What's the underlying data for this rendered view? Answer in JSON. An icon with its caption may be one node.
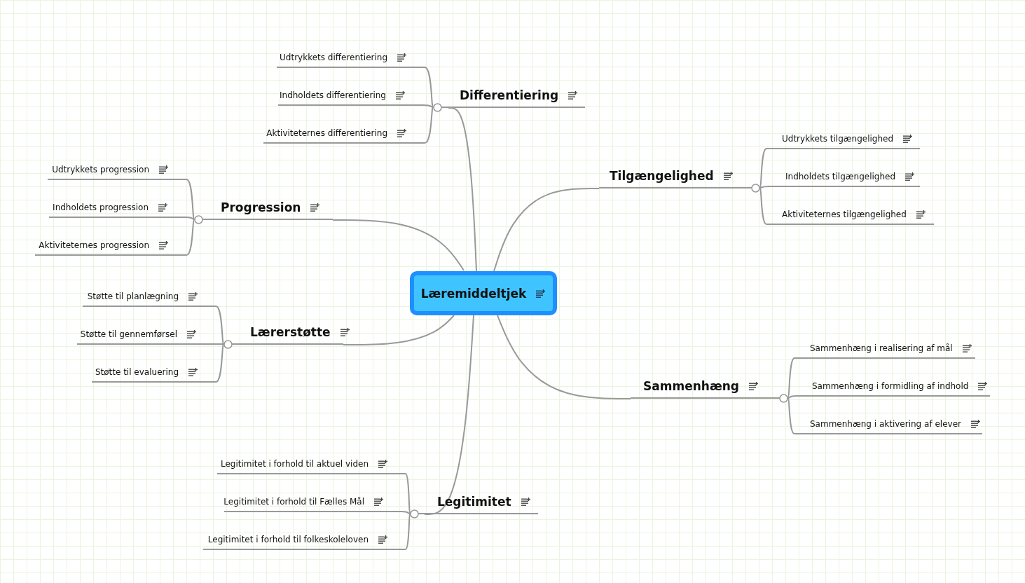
{
  "diagram": {
    "nodes": [
      {
        "text": [
          "Læremiddeltjek"
        ]
      },
      {
        "text": [
          "Differentiering"
        ]
      },
      {
        "text": [
          "Udtrykkets differentiering"
        ]
      },
      {
        "text": [
          "Indholdets differentiering"
        ]
      },
      {
        "text": [
          "Aktiviteternes differentiering"
        ]
      },
      {
        "text": [
          "Tilgængelighed"
        ]
      },
      {
        "text": [
          "Udtrykkets tilgængelighed"
        ]
      },
      {
        "text": [
          "Indholdets tilgængelighed"
        ]
      },
      {
        "text": [
          "Aktiviteternes tilgængelighed"
        ]
      },
      {
        "text": [
          "Progression"
        ]
      },
      {
        "text": [
          "Udtrykkets progression"
        ]
      },
      {
        "text": [
          "Indholdets progression"
        ]
      },
      {
        "text": [
          "Aktiviteternes progression"
        ]
      },
      {
        "text": [
          "Lærerstøtte"
        ]
      },
      {
        "text": [
          "Støtte til planlægning"
        ]
      },
      {
        "text": [
          "Støtte til gennemførsel"
        ]
      },
      {
        "text": [
          "Støtte til evaluering"
        ]
      },
      {
        "text": [
          "Sammenhæng"
        ]
      },
      {
        "text": [
          "Sammenhæng i realisering af mål"
        ]
      },
      {
        "text": [
          "Sammenhæng i formidling af indhold"
        ]
      },
      {
        "text": [
          "Sammenhæng i aktivering af elever"
        ]
      },
      {
        "text": [
          "Legitimitet"
        ]
      },
      {
        "text": [
          "Legitimitet i forhold til aktuel viden"
        ]
      },
      {
        "text": [
          "Legitimitet i forhold til Fælles Mål"
        ]
      },
      {
        "text": [
          "Legitimitet i forhold til folkeskoleloven"
        ]
      }
    ],
    "edges": [
      {
        "from": 0,
        "to": 1,
        "arrow": "none"
      },
      {
        "from": 1,
        "to": 2,
        "arrow": "none"
      },
      {
        "from": 1,
        "to": 3,
        "arrow": "none"
      },
      {
        "from": 1,
        "to": 4,
        "arrow": "none"
      },
      {
        "from": 0,
        "to": 5,
        "arrow": "none"
      },
      {
        "from": 5,
        "to": 6,
        "arrow": "none"
      },
      {
        "from": 5,
        "to": 7,
        "arrow": "none"
      },
      {
        "from": 5,
        "to": 8,
        "arrow": "none"
      },
      {
        "from": 0,
        "to": 9,
        "arrow": "none"
      },
      {
        "from": 9,
        "to": 10,
        "arrow": "none"
      },
      {
        "from": 9,
        "to": 11,
        "arrow": "none"
      },
      {
        "from": 9,
        "to": 12,
        "arrow": "none"
      },
      {
        "from": 0,
        "to": 13,
        "arrow": "none"
      },
      {
        "from": 13,
        "to": 14,
        "arrow": "none"
      },
      {
        "from": 13,
        "to": 15,
        "arrow": "none"
      },
      {
        "from": 13,
        "to": 16,
        "arrow": "none"
      },
      {
        "from": 0,
        "to": 17,
        "arrow": "none"
      },
      {
        "from": 17,
        "to": 18,
        "arrow": "none"
      },
      {
        "from": 17,
        "to": 19,
        "arrow": "none"
      },
      {
        "from": 17,
        "to": 20,
        "arrow": "none"
      },
      {
        "from": 0,
        "to": 21,
        "arrow": "none"
      },
      {
        "from": 21,
        "to": 22,
        "arrow": "none"
      },
      {
        "from": 21,
        "to": 23,
        "arrow": "none"
      },
      {
        "from": 21,
        "to": 24,
        "arrow": "none"
      }
    ]
  }
}
